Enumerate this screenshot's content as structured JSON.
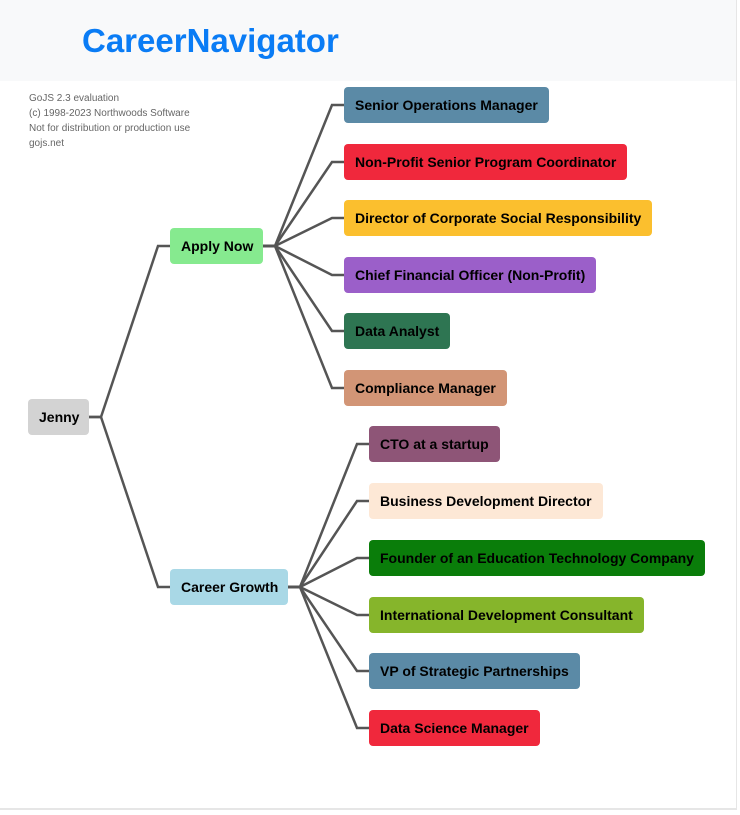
{
  "header": {
    "title": "CareerNavigator"
  },
  "watermark": [
    "GoJS 2.3 evaluation",
    "(c) 1998-2023 Northwoods Software",
    "Not for distribution or production use",
    "gojs.net"
  ],
  "root": {
    "label": "Jenny",
    "color": "#d3d3d3"
  },
  "branches": [
    {
      "label": "Apply Now",
      "color": "#86ea8f",
      "children": [
        {
          "label": "Senior Operations Manager",
          "color": "#5b8aa6"
        },
        {
          "label": "Non-Profit Senior Program Coordinator",
          "color": "#f0283c"
        },
        {
          "label": "Director of Corporate Social Responsibility",
          "color": "#fbbf2e"
        },
        {
          "label": "Chief Financial Officer (Non-Profit)",
          "color": "#9b5fc9"
        },
        {
          "label": "Data Analyst",
          "color": "#2e7552"
        },
        {
          "label": "Compliance Manager",
          "color": "#d29576"
        }
      ]
    },
    {
      "label": "Career Growth",
      "color": "#a9d8e6",
      "children": [
        {
          "label": "CTO at a startup",
          "color": "#8e5577"
        },
        {
          "label": "Business Development Director",
          "color": "#fde8d6"
        },
        {
          "label": "Founder of an Education Technology Company",
          "color": "#0a7d0a"
        },
        {
          "label": "International Development Consultant",
          "color": "#86b52b"
        },
        {
          "label": "VP of Strategic Partnerships",
          "color": "#5b8aa6"
        },
        {
          "label": "Data Science Manager",
          "color": "#f0283c"
        }
      ]
    }
  ]
}
